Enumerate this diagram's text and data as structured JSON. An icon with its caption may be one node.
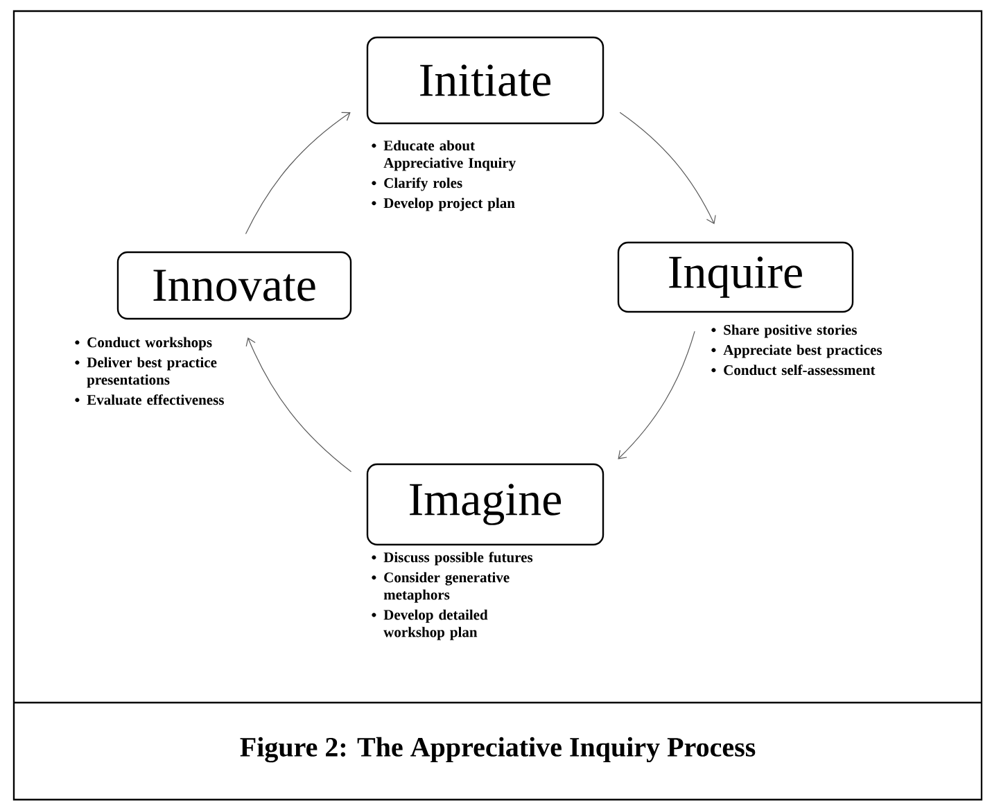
{
  "diagram": {
    "caption": "Figure 2: The Appreciative Inquiry Process",
    "nodes": [
      {
        "text": [
          "Initiate"
        ],
        "beside": [
          "Educate about Appreciative Inquiry",
          "Clarify roles",
          "Develop project plan"
        ]
      },
      {
        "text": [
          "Inquire"
        ],
        "beside": [
          "Share positive stories",
          "Appreciate best practices",
          "Conduct self-assessment"
        ]
      },
      {
        "text": [
          "Imagine"
        ],
        "beside": [
          "Discuss possible futures",
          "Consider generative metaphors",
          "Develop detailed workshop plan"
        ]
      },
      {
        "text": [
          "Innovate"
        ],
        "beside": [
          "Conduct workshops",
          "Deliver best practice presentations",
          "Evaluate effectiveness"
        ]
      }
    ],
    "edges": [
      {
        "from": 0,
        "to": 1,
        "arrow": "to"
      },
      {
        "from": 1,
        "to": 2,
        "arrow": "to"
      },
      {
        "from": 2,
        "to": 3,
        "arrow": "to"
      },
      {
        "from": 3,
        "to": 0,
        "arrow": "to"
      }
    ]
  }
}
